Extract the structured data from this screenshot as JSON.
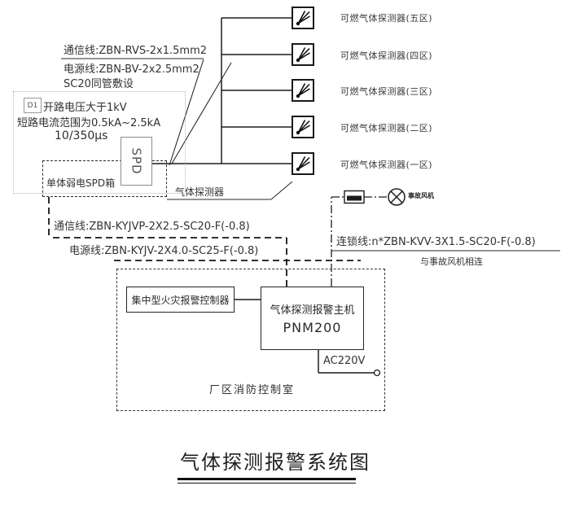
{
  "title": "气体探测报警系统图",
  "top_wiring": {
    "comm": "通信线:ZBN-RVS-2x1.5mm2",
    "power": "电源线:ZBN-BV-2x2.5mm2",
    "conduit": "SC20同管敷设"
  },
  "spd_note": {
    "tag": "D1",
    "line1": "开路电压大于1kV",
    "line2": "短路电流范围为0.5kA~2.5kA",
    "line3": "10/350μs"
  },
  "spd": {
    "label": "SPD",
    "enclosure": "单体弱电SPD箱"
  },
  "detectors": {
    "callout": "气体探测器",
    "labels": [
      "可燃气体探测器(五区)",
      "可燃气体探测器(四区)",
      "可燃气体探测器(三区)",
      "可燃气体探测器(二区)",
      "可燃气体探测器(一区)"
    ]
  },
  "mid_wiring": {
    "comm": "通信线:ZBN-KYJVP-2X2.5-SC20-F(-0.8)",
    "power": "电源线:ZBN-KYJV-2X4.0-SC25-F(-0.8)",
    "interlock": "连锁线:n*ZBN-KVV-3X1.5-SC20-F(-0.8)",
    "interlock_note": "与事故风机相连"
  },
  "fan": {
    "label": "事故风机"
  },
  "control_room": {
    "label": "厂区消防控制室",
    "fire_controller": "集中型火灾报警控制器",
    "host_name": "气体探测报警主机",
    "host_model": "PNM200",
    "power": "AC220V"
  }
}
